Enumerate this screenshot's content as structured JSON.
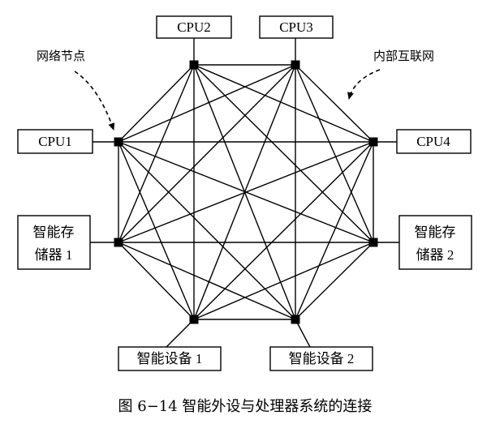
{
  "devices": {
    "cpu1": "CPU1",
    "cpu2": "CPU2",
    "cpu3": "CPU3",
    "cpu4": "CPU4",
    "storage1": [
      "智能存",
      "储器 1"
    ],
    "storage2": [
      "智能存",
      "储器 2"
    ],
    "device1": "智能设备 1",
    "device2": "智能设备 2"
  },
  "annotations": {
    "node": "网络节点",
    "internal_net": "内部互联网"
  },
  "caption": "图 6−14   智能外设与处理器系统的连接"
}
